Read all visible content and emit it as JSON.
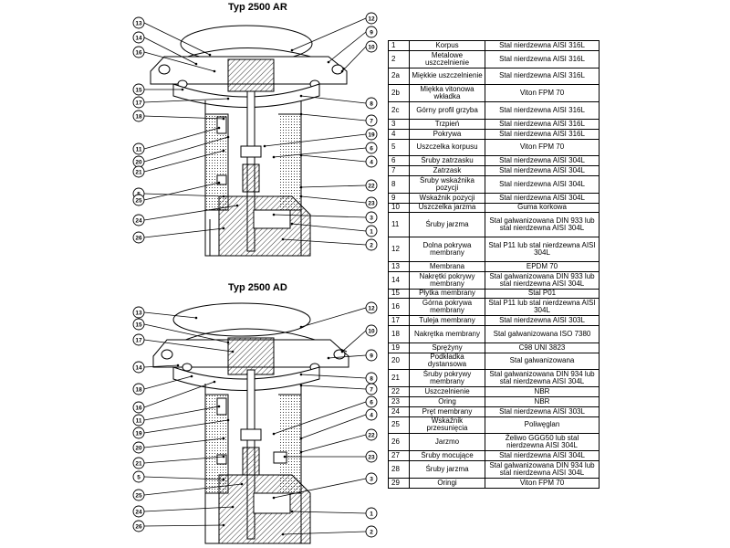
{
  "diagrams": [
    {
      "title": "Typ 2500 AR",
      "callouts_left": [
        "13",
        "14",
        "16",
        "15",
        "17",
        "18",
        "11",
        "20",
        "21",
        "5",
        "25",
        "24",
        "26"
      ],
      "callouts_right": [
        "12",
        "9",
        "10",
        "8",
        "7",
        "19",
        "6",
        "4",
        "22",
        "23",
        "3",
        "1",
        "2"
      ]
    },
    {
      "title": "Typ 2500 AD",
      "callouts_left": [
        "13",
        "15",
        "17",
        "14",
        "18",
        "16",
        "11",
        "19",
        "20",
        "21",
        "5",
        "25",
        "24",
        "26"
      ],
      "callouts_right": [
        "12",
        "10",
        "9",
        "8",
        "7",
        "6",
        "4",
        "22",
        "23",
        "3",
        "1",
        "2"
      ]
    }
  ],
  "parts_table": [
    {
      "no": "1",
      "name": "Korpus",
      "material": "Stal nierdzewna AISI 316L",
      "lines": 1
    },
    {
      "no": "2",
      "name": "Metalowe uszczelnienie",
      "material": "Stal nierdzewna AISI 316L",
      "lines": 2
    },
    {
      "no": "2a",
      "name": "Miękkie uszczelnienie",
      "material": "Stal nierdzewna AISI 316L",
      "lines": 2
    },
    {
      "no": "2b",
      "name": "Miękka vitonowa wkładka",
      "material": "Viton FPM 70",
      "lines": 2
    },
    {
      "no": "2c",
      "name": "Górny profil grzyba",
      "material": "Stal nierdzewna AISI 316L",
      "lines": 2
    },
    {
      "no": "3",
      "name": "Trzpień",
      "material": "Stal nierdzewna AISI 316L",
      "lines": 1
    },
    {
      "no": "4",
      "name": "Pokrywa",
      "material": "Stal nierdzewna AISI 316L",
      "lines": 1
    },
    {
      "no": "5",
      "name": "Uszczelka korpusu",
      "material": "Viton FPM 70",
      "lines": 2
    },
    {
      "no": "6",
      "name": "Śruby zatrzasku",
      "material": "Stal nierdzewna AISI 304L",
      "lines": 1
    },
    {
      "no": "7",
      "name": "Zatrzask",
      "material": "Stal nierdzewna AISI 304L",
      "lines": 1
    },
    {
      "no": "8",
      "name": "Śruby wskaźnika pozycji",
      "material": "Stal nierdzewna AISI 304L",
      "lines": 2
    },
    {
      "no": "9",
      "name": "Wskaźnik pozycji",
      "material": "Stal nierdzewna AISI 304L",
      "lines": 1
    },
    {
      "no": "10",
      "name": "Uszczelka jarzma",
      "material": "Guma korkowa",
      "lines": 1
    },
    {
      "no": "11",
      "name": "Śruby jarzma",
      "material": "Stal galwanizowana DIN 933 lub stal nierdzewna AISI 304L",
      "lines": 3
    },
    {
      "no": "12",
      "name": "Dolna pokrywa membrany",
      "material": "Stal P11 lub stal nierdzewna AISI 304L",
      "lines": 3
    },
    {
      "no": "13",
      "name": "Membrana",
      "material": "EPDM 70",
      "lines": 1
    },
    {
      "no": "14",
      "name": "Nakrętki pokrywy membrany",
      "material": "Stal galwanizowana DIN 933 lub stal nierdzewna AISI 304L",
      "lines": 2
    },
    {
      "no": "15",
      "name": "Płytka membrany",
      "material": "Stal P01",
      "lines": 1
    },
    {
      "no": "16",
      "name": "Górna pokrywa membrany",
      "material": "Stal P11 lub stal nierdzewna AISI 304L",
      "lines": 2
    },
    {
      "no": "17",
      "name": "Tuleja membrany",
      "material": "Stal nierdzewna AISI 303L",
      "lines": 1
    },
    {
      "no": "18",
      "name": "Nakrętka membrany",
      "material": "Stal galwanizowana ISO 7380",
      "lines": 2
    },
    {
      "no": "19",
      "name": "Sprężyny",
      "material": "C98 UNI 3823",
      "lines": 1
    },
    {
      "no": "20",
      "name": "Podkładka dystansowa",
      "material": "Stal galwanizowana",
      "lines": 2
    },
    {
      "no": "21",
      "name": "Śruby pokrywy membrany",
      "material": "Stal galwanizowana DIN 934 lub stal nierdzewna AISI 304L",
      "lines": 2
    },
    {
      "no": "22",
      "name": "Uszczelnienie",
      "material": "NBR",
      "lines": 1
    },
    {
      "no": "23",
      "name": "Oring",
      "material": "NBR",
      "lines": 1
    },
    {
      "no": "24",
      "name": "Pręt membrany",
      "material": "Stal nierdzewna AISI 303L",
      "lines": 1
    },
    {
      "no": "25",
      "name": "Wskaźnik przesunięcia",
      "material": "Poliwęglan",
      "lines": 2
    },
    {
      "no": "26",
      "name": "Jarzmo",
      "material": "Żeliwo GGG50 lub stal nierdzewna AISI 304L",
      "lines": 2
    },
    {
      "no": "27",
      "name": "Śruby mocujące",
      "material": "Stal nierdzewna AISI 304L",
      "lines": 1
    },
    {
      "no": "28",
      "name": "Śruby jarzma",
      "material": "Stal galwanizowana DIN 934 lub stal nierdzewna AISI 304L",
      "lines": 2
    },
    {
      "no": "29",
      "name": "Oringi",
      "material": "Viton FPM 70",
      "lines": 1
    }
  ]
}
